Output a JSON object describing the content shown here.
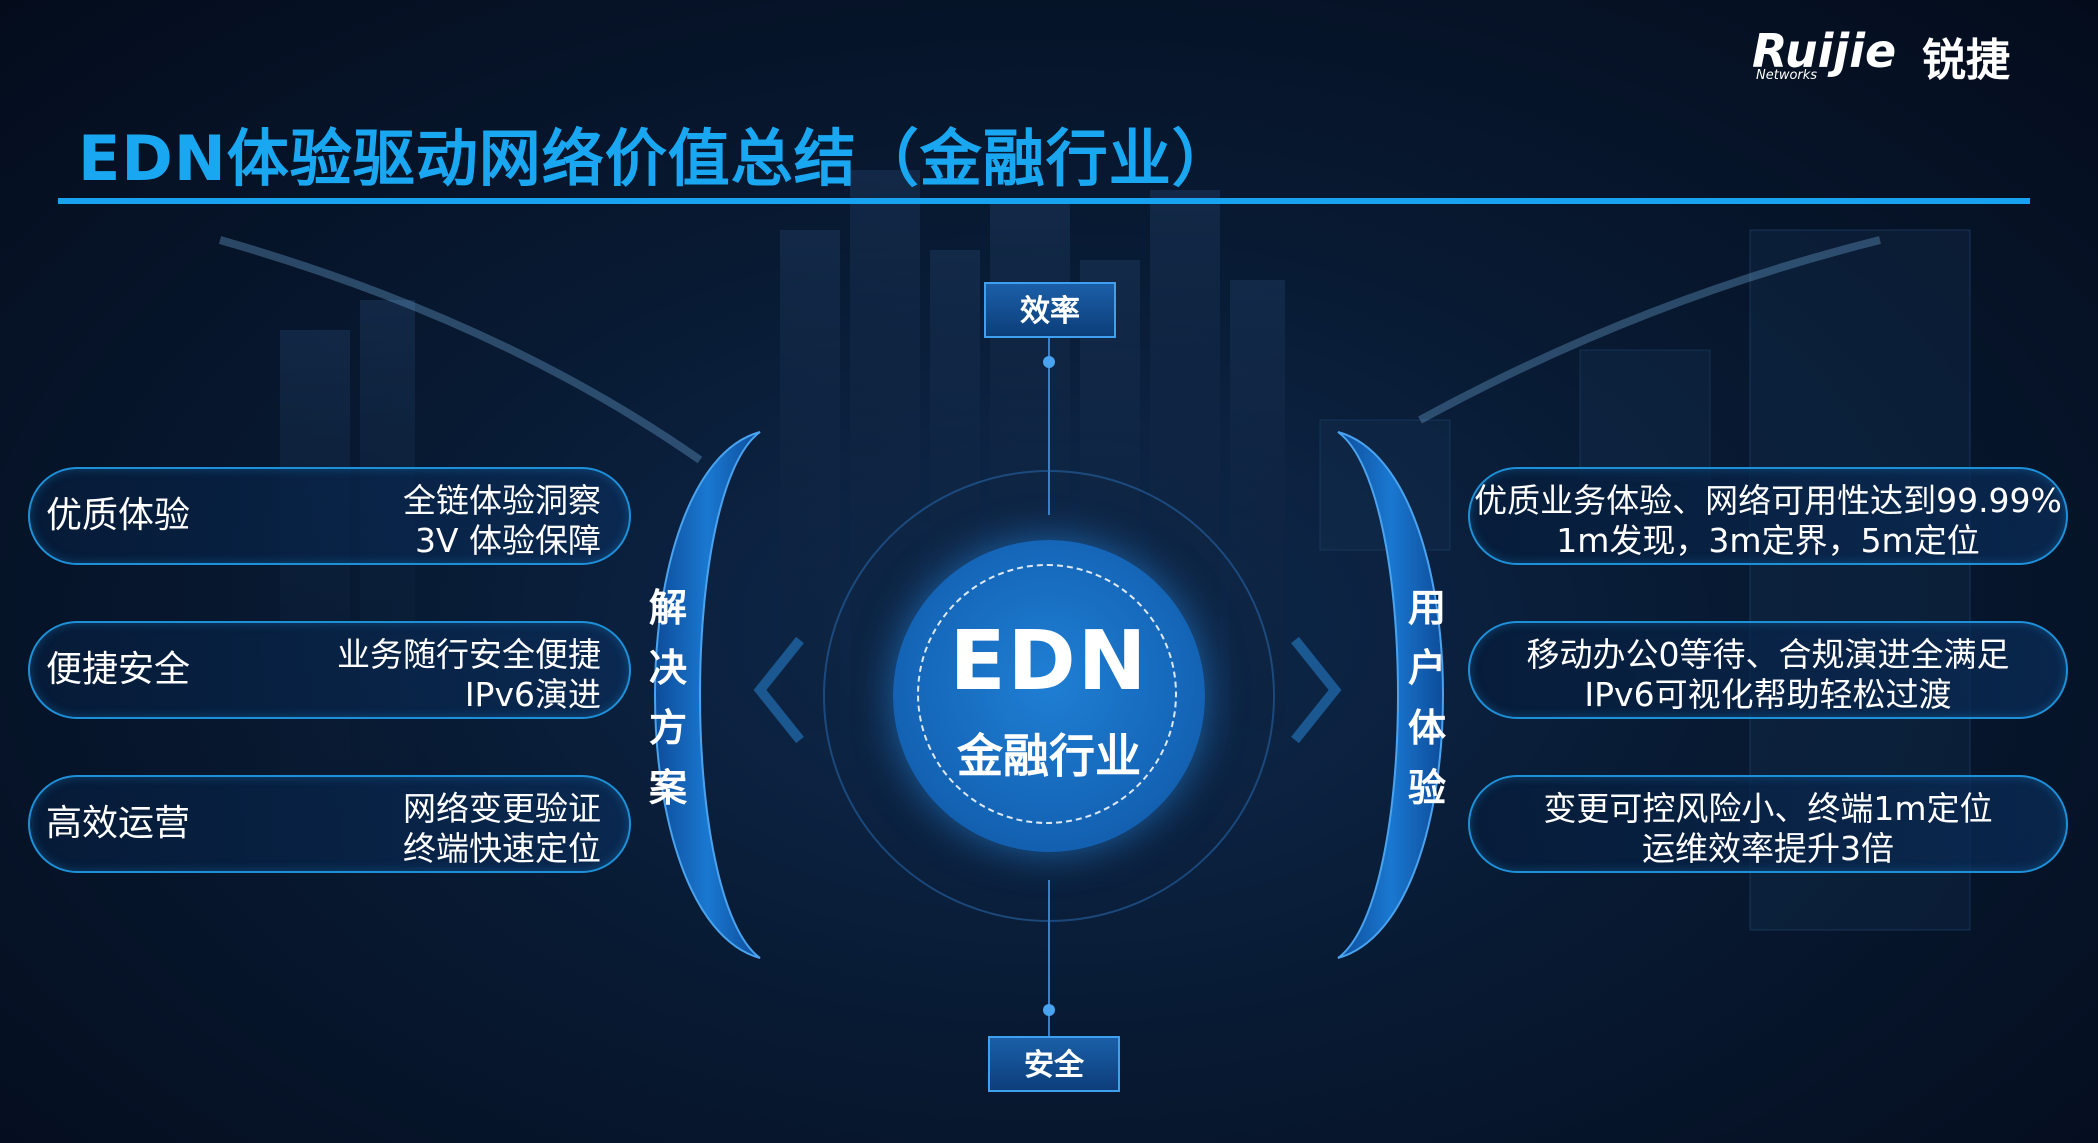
{
  "title": "EDN体验驱动网络价值总结（金融行业）",
  "logo": {
    "brand": "Ruijie",
    "sub": "Networks",
    "cn": "锐捷"
  },
  "axis": {
    "top": "效率",
    "bottom": "安全"
  },
  "left_arc_label": [
    "解",
    "决",
    "方",
    "案"
  ],
  "right_arc_label": [
    "用",
    "户",
    "体",
    "验"
  ],
  "core": {
    "main": "EDN",
    "sub": "金融行业"
  },
  "left_items": [
    {
      "label": "优质体验",
      "lines": [
        "全链体验洞察",
        "3V 体验保障"
      ]
    },
    {
      "label": "便捷安全",
      "lines": [
        "业务随行安全便捷",
        "IPv6演进"
      ]
    },
    {
      "label": "高效运营",
      "lines": [
        "网络变更验证",
        "终端快速定位"
      ]
    }
  ],
  "right_items": [
    {
      "lines": [
        "优质业务体验、网络可用性达到99.99%",
        "1m发现，3m定界，5m定位"
      ]
    },
    {
      "lines": [
        "移动办公0等待、合规演进全满足",
        "IPv6可视化帮助轻松过渡"
      ]
    },
    {
      "lines": [
        "变更可控风险小、终端1m定位",
        "运维效率提升3倍"
      ]
    }
  ],
  "colors": {
    "accent": "#17a3f0",
    "core": "#1566b8",
    "background": "#081a33"
  }
}
